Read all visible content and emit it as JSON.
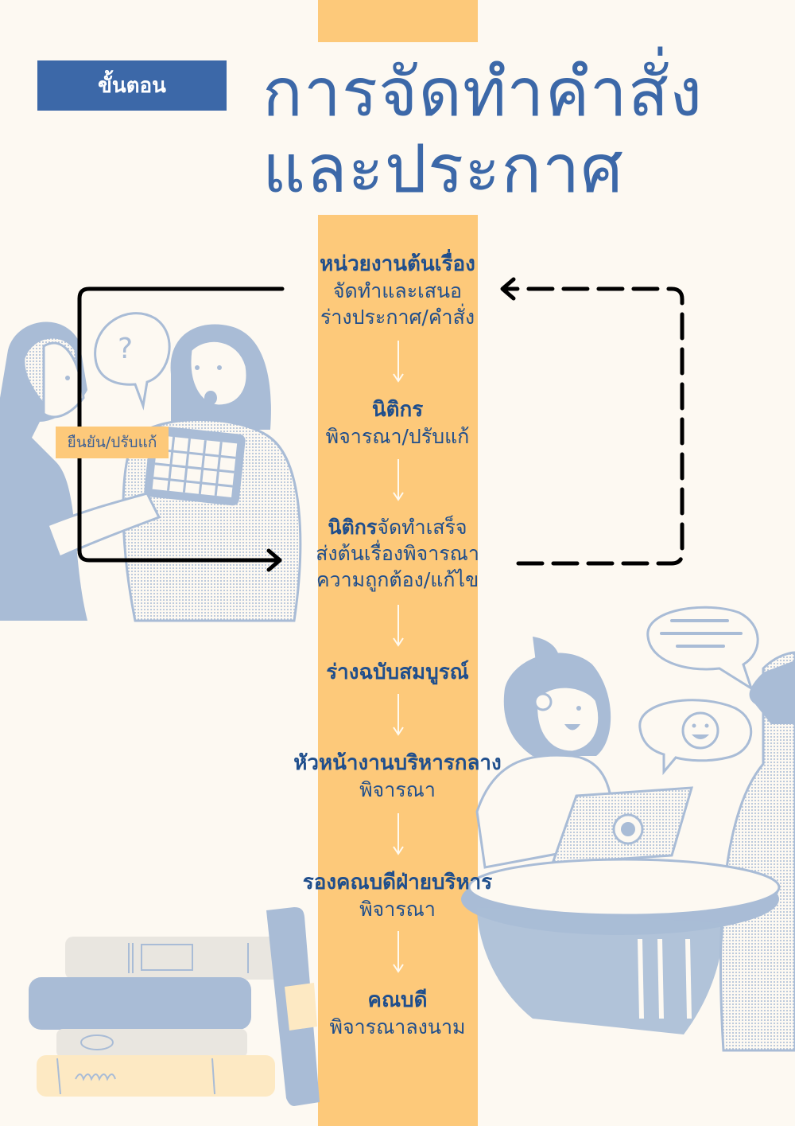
{
  "header": {
    "badge_label": "ขั้นตอน",
    "title_line1": "การจัดทำคำสั่ง",
    "title_line2": "และประกาศ"
  },
  "colors": {
    "background": "#fdf9f2",
    "accent_bar": "#fdc97a",
    "primary_blue": "#3c68a8",
    "step_text": "#1f4e8c",
    "illustration_blue": "#a9bcd6",
    "illustration_gray": "#e9e6e0",
    "connector": "#000000"
  },
  "flow": {
    "steps": [
      {
        "head": "หน่วยงานต้นเรื่อง",
        "lines": [
          "จัดทำและเสนอ",
          "ร่างประกาศ/คำสั่ง"
        ]
      },
      {
        "head": "นิติกร",
        "lines": [
          "พิจารณา/ปรับแก้"
        ]
      },
      {
        "head": "นิติกร",
        "head_suffix": "จัดทำเสร็จ",
        "lines": [
          "ส่งต้นเรื่องพิจารณา",
          "ความถูกต้อง/แก้ไข"
        ]
      },
      {
        "head": "ร่างฉบับสมบูรณ์",
        "lines": []
      },
      {
        "head": "หัวหน้างานบริหารกลาง",
        "lines": [
          "พิจารณา"
        ]
      },
      {
        "head": "รองคณบดีฝ่ายบริหาร",
        "lines": [
          "พิจารณา"
        ]
      },
      {
        "head": "คณบดี",
        "lines": [
          "พิจารณาลงนาม"
        ]
      }
    ],
    "loop_label": "ยืนยัน/ปรับแก้",
    "connectors": {
      "solid_loop": "from step 1 (left) to step 3 (left)",
      "dashed_loop": "from step 3 (right) back to step 1 (right)"
    }
  },
  "illustrations": [
    "people-discussing-document-icon",
    "question-speech-bubble-icon",
    "people-at-table-with-tablet-icon",
    "smiley-speech-bubble-icon",
    "text-speech-bubble-icon",
    "book-stack-icon"
  ]
}
